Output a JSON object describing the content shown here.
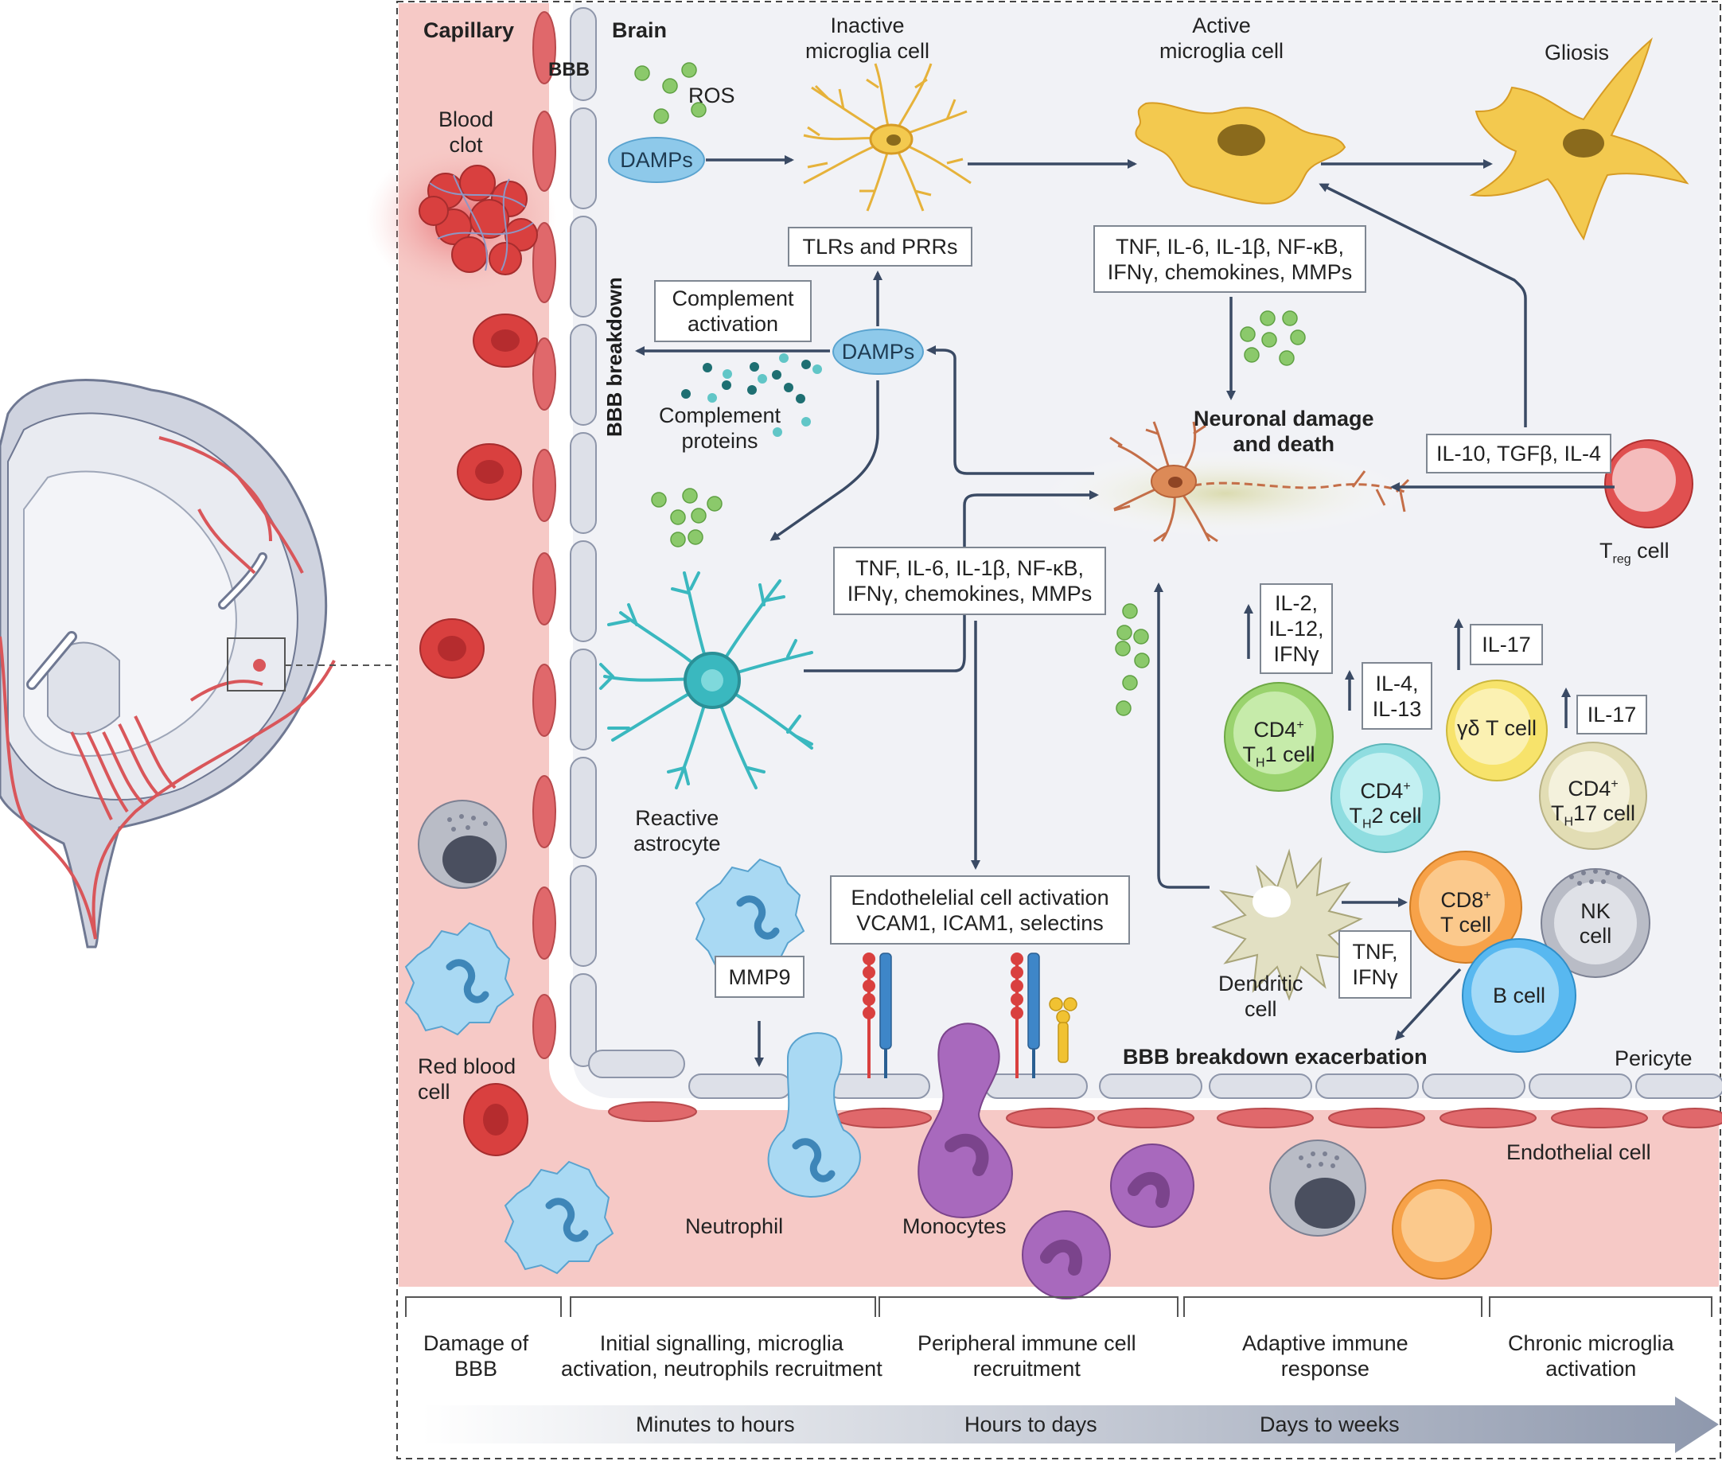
{
  "region_labels": {
    "capillary": "Capillary",
    "brain": "Brain",
    "bbb": "BBB",
    "bbb_breakdown": "BBB breakdown",
    "blood_clot": "Blood\nclot",
    "red_blood_cell": "Red blood\ncell",
    "pericyte": "Pericyte",
    "endothelial_cell": "Endothelial cell",
    "bbb_breakdown_exacerbation": "BBB breakdown exacerbation"
  },
  "cells": {
    "inactive_microglia": "Inactive\nmicroglia cell",
    "active_microglia": "Active\nmicroglia cell",
    "gliosis": "Gliosis",
    "neuronal_damage": "Neuronal damage\nand death",
    "reactive_astrocyte": "Reactive\nastrocyte",
    "treg": "T",
    "treg_sub": "reg",
    "treg_suffix": " cell",
    "th1": "CD4",
    "th1_sup": "+",
    "th1_line2a": "T",
    "th1_sub": "H",
    "th1_line2b": "1 cell",
    "th2": "CD4",
    "th2_sup": "+",
    "th2_line2a": "T",
    "th2_sub": "H",
    "th2_line2b": "2 cell",
    "gd_t": "γδ T cell",
    "th17": "CD4",
    "th17_sup": "+",
    "th17_line2a": "T",
    "th17_sub": "H",
    "th17_line2b": "17 cell",
    "cd8": "CD8",
    "cd8_sup": "+",
    "cd8_line2": "T cell",
    "nk": "NK\ncell",
    "b_cell": "B cell",
    "dendritic": "Dendritic\ncell",
    "neutrophil": "Neutrophil",
    "monocytes": "Monocytes"
  },
  "molecules": {
    "ros": "ROS",
    "damps_top": "DAMPs",
    "damps_mid": "DAMPs",
    "complement_proteins": "Complement\nproteins"
  },
  "boxes": {
    "tlrs": "TLRs and PRRs",
    "complement_activation": "Complement\nactivation",
    "cytokines_microglia": "TNF, IL-6, IL-1β, NF-κB,\nIFNγ, chemokines, MMPs",
    "cytokines_astrocyte": "TNF, IL-6, IL-1β, NF-κB,\nIFNγ, chemokines, MMPs",
    "treg_cytokines": "IL-10, TGFβ, IL-4",
    "th1_cytokines": "IL-2,\nIL-12,\nIFNγ",
    "th2_cytokines": "IL-4,\nIL-13",
    "gd_cytokines": "IL-17",
    "th17_cytokines": "IL-17",
    "endothelial_activation": "Endothelelial cell activation\nVCAM1, ICAM1, selectins",
    "mmp9": "MMP9",
    "tnf_ifn": "TNF,\nIFNγ"
  },
  "stages": [
    {
      "label": "Damage of\nBBB"
    },
    {
      "label": "Initial signalling, microglia\nactivation, neutrophils recruitment"
    },
    {
      "label": "Peripheral immune cell\nrecruitment"
    },
    {
      "label": "Adaptive immune\nresponse"
    },
    {
      "label": "Chronic microglia\nactivation"
    }
  ],
  "timeline": [
    "Minutes to hours",
    "Hours to days",
    "Days to weeks"
  ],
  "colors": {
    "capillary": "#f6c9c6",
    "rbc": "#d9403f",
    "microglia": "#f3c94f",
    "astrocyte": "#3ab8bf",
    "damps": "#8ec9ea",
    "green_dots": "#8bc96b",
    "arrow": "#3a4a64",
    "th1": "#9ad36e",
    "th2": "#8fdde0",
    "gd": "#f7e36b",
    "th17": "#e2ddb4",
    "cd8": "#f7a249",
    "nk": "#b9bcc6",
    "b_cell": "#58b8f0",
    "monocyte": "#a869bd",
    "neutrophil": "#a9d9f3"
  }
}
